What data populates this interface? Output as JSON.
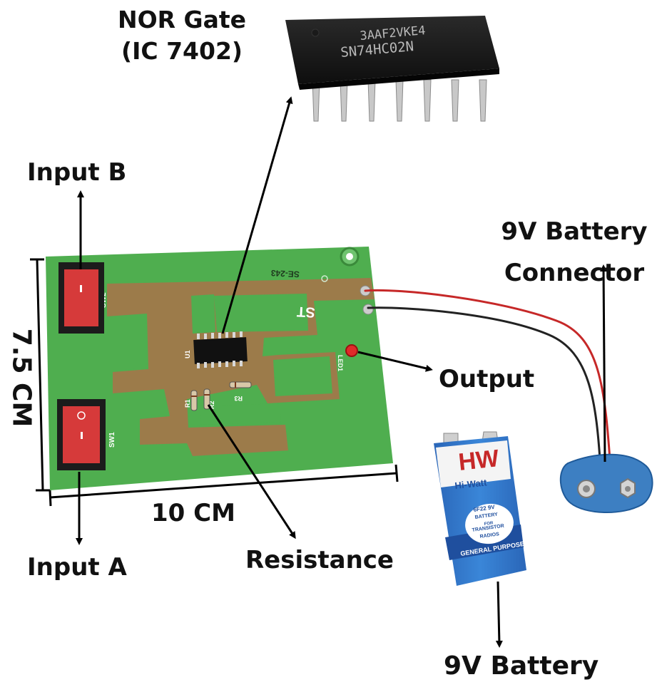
{
  "labels": {
    "nor_gate_line1": "NOR Gate",
    "nor_gate_line2": "(IC 7402)",
    "input_b": "Input B",
    "battery_connector_line1": "9V Battery",
    "battery_connector_line2": "Connector",
    "output": "Output",
    "width": "10 CM",
    "height": "7.5 CM",
    "input_a": "Input A",
    "resistance": "Resistance",
    "battery": "9V Battery"
  },
  "ic_chip": {
    "marking_line1": "3AAF2VKE4",
    "marking_line2": "SN74HC02N"
  },
  "pcb": {
    "board_id": "SE-243",
    "silk_st": "ST",
    "sw1": "SW1",
    "sw2": "SW2",
    "u1": "U1",
    "led1": "LED1",
    "r1": "R1",
    "r2": "R2",
    "r3": "R3"
  },
  "battery_label": {
    "brand_logo": "HW",
    "brand_name": "Hi-Watt",
    "model_line1": "6F22 9V",
    "model_line2": "BATTERY",
    "model_line3": "FOR",
    "model_line4": "TRANSISTOR",
    "model_line5": "RADIOS",
    "band_text": "GENERAL PURPOSE"
  },
  "colors": {
    "pcb_green": "#4fae4f",
    "copper": "#a0784a",
    "switch_red": "#d63a3a",
    "battery_blue": "#2f74c9",
    "connector_blue": "#3d7fc2"
  }
}
